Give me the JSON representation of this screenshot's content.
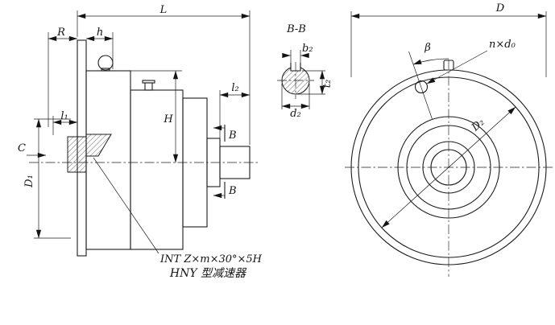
{
  "caption": "HNY 型减速器",
  "left_view": {
    "annotation": "INT Z×m×30°×5H",
    "dims": {
      "L": "L",
      "R": "R",
      "h": "h",
      "l1": "l₁",
      "C": "C",
      "D1": "D₁",
      "H": "H",
      "l2": "l₂",
      "B_top": "B",
      "B_bottom": "B"
    }
  },
  "section_view": {
    "title": "B-B",
    "dims": {
      "b2": "b₂",
      "t2": "t₂",
      "d2": "d₂"
    }
  },
  "front_view": {
    "dims": {
      "D": "D",
      "beta": "β",
      "n_d0": "n×d₀",
      "D2": "D₂"
    }
  }
}
